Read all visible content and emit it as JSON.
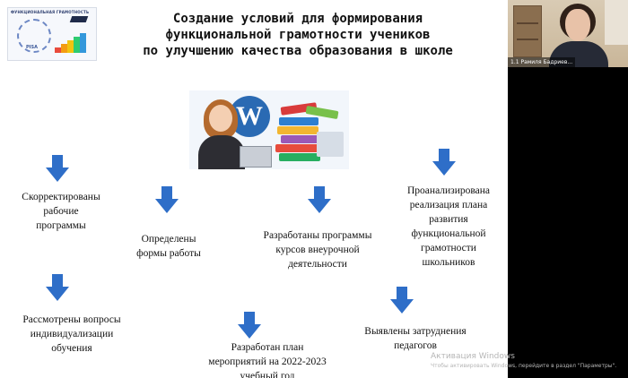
{
  "slide": {
    "logo": {
      "caption": "ФУНКЦИОНАЛЬНАЯ ГРАМОТНОСТЬ",
      "mark": "PISA"
    },
    "title_lines": [
      "Создание условий для формирования",
      "функциональной грамотности учеников",
      "по улучшению качества образования в школе"
    ],
    "items": {
      "corrected_programs": [
        "Скорректированы",
        "рабочие",
        "программы"
      ],
      "work_forms": [
        "Определены",
        "формы работы"
      ],
      "extracurricular": [
        "Разработаны программы",
        "курсов внеурочной",
        "деятельности"
      ],
      "analysis": [
        "Проанализирована",
        "реализация плана",
        "развития",
        "функциональной",
        "грамотности",
        "школьников"
      ],
      "individualization": [
        "Рассмотрены вопросы",
        "индивидуализации",
        "обучения"
      ],
      "action_plan": [
        "Разработан план",
        "мероприятий на 2022-2023",
        "учебный год"
      ],
      "difficulties": [
        "Выявлены затруднения",
        "педагогов"
      ]
    },
    "arrow_color": "#2e6ec8",
    "title_color": "#111111"
  },
  "video": {
    "participant_label": "1.1 Рамиля Бадриев..."
  },
  "watermark": {
    "title": "Активация Windows",
    "subtitle": "Чтобы активировать Windows, перейдите в раздел \"Параметры\"."
  }
}
